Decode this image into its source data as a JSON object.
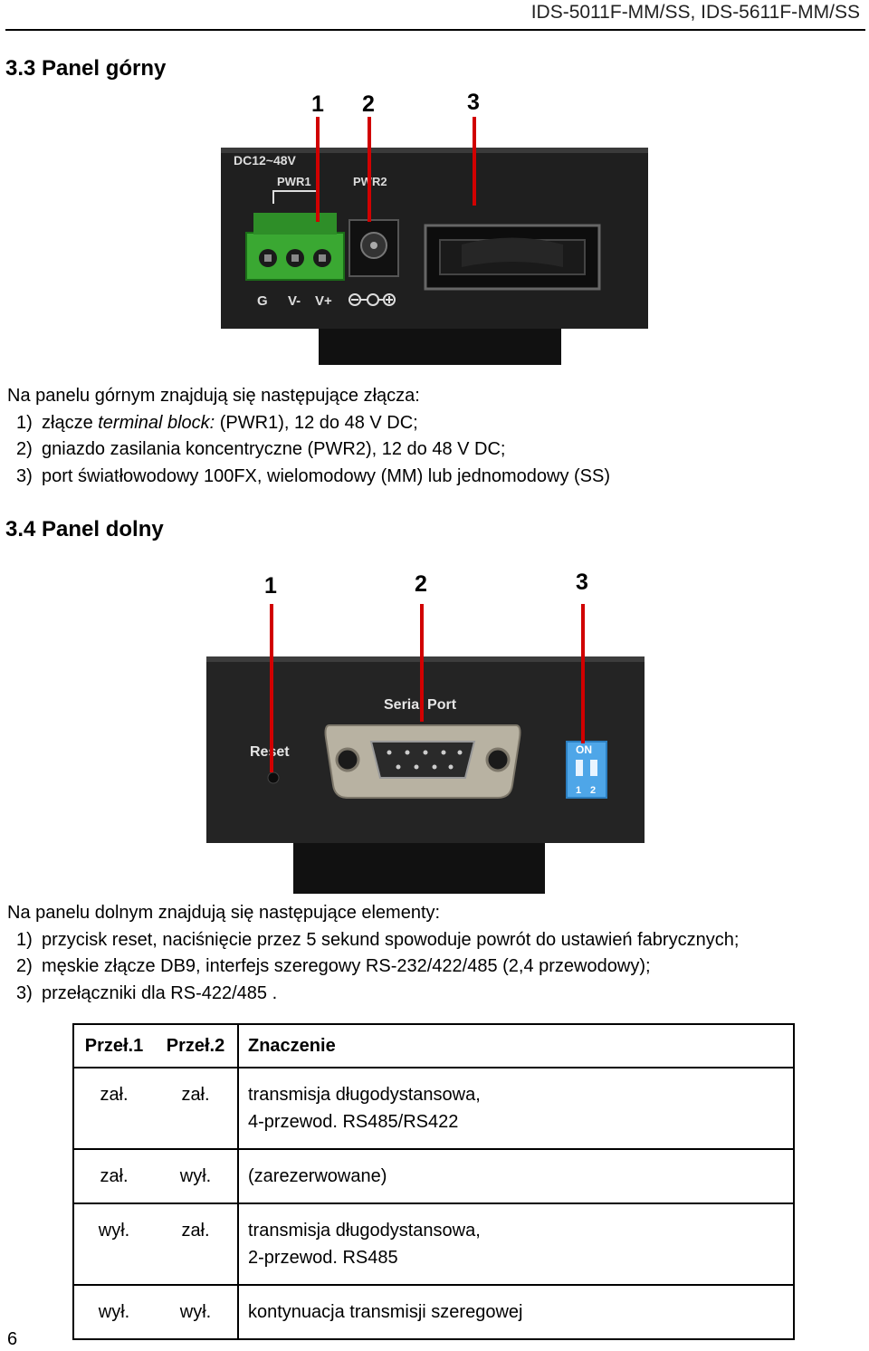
{
  "header": {
    "model_title": "IDS-5011F-MM/SS, IDS-5611F-MM/SS"
  },
  "section_top": {
    "heading": "3.3 Panel górny",
    "photo": {
      "callouts": [
        "1",
        "2",
        "3"
      ],
      "labels": {
        "voltage": "DC12~48V",
        "pwr1": "PWR1",
        "pwr2": "PWR2",
        "g": "G",
        "vminus": "V-",
        "vplus": "V+"
      }
    },
    "intro": "Na panelu górnym znajdują się następujące złącza:",
    "items": [
      {
        "num": "1)",
        "prefix": "złącze ",
        "italic": "terminal block:",
        "rest": " (PWR1), 12 do 48 V DC;"
      },
      {
        "num": "2)",
        "text": "gniazdo zasilania koncentryczne (PWR2), 12 do 48 V DC;"
      },
      {
        "num": "3)",
        "text": "port światłowodowy 100FX, wielomodowy (MM) lub jednomodowy (SS)"
      }
    ]
  },
  "section_bottom": {
    "heading": "3.4 Panel dolny",
    "photo": {
      "callouts": [
        "1",
        "2",
        "3"
      ],
      "labels": {
        "serial_port": "Serial Port",
        "reset": "Reset",
        "on": "ON",
        "sw1": "1",
        "sw2": "2"
      }
    },
    "intro": "Na panelu dolnym znajdują się następujące elementy:",
    "items": [
      {
        "num": "1)",
        "text": "przycisk reset, naciśnięcie przez 5 sekund spowoduje powrót do ustawień fabrycznych;"
      },
      {
        "num": "2)",
        "text": "męskie złącze DB9, interfejs szeregowy RS-232/422/485 (2,4 przewodowy);"
      },
      {
        "num": "3)",
        "text": "przełączniki dla RS-422/485 ."
      }
    ]
  },
  "switch_table": {
    "headers": [
      "Przeł.1",
      "Przeł.2",
      "Znaczenie"
    ],
    "rows": [
      {
        "sw1": "zał.",
        "sw2": "zał.",
        "line1": "transmisja długodystansowa,",
        "line2": "4-przewod. RS485/RS422"
      },
      {
        "sw1": "zał.",
        "sw2": "wył.",
        "line1": "(zarezerwowane)",
        "line2": ""
      },
      {
        "sw1": "wył.",
        "sw2": "zał.",
        "line1": "transmisja długodystansowa,",
        "line2": "2-przewod. RS485"
      },
      {
        "sw1": "wył.",
        "sw2": "wył.",
        "line1": "kontynuacja transmisji szeregowej",
        "line2": ""
      }
    ]
  },
  "footer": {
    "page_number": "6"
  }
}
